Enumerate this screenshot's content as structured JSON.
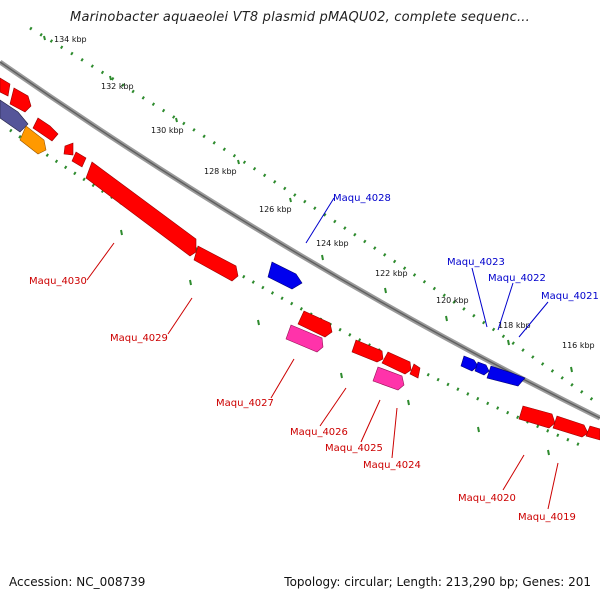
{
  "title": "Marinobacter aquaeolei VT8 plasmid pMAQU02, complete sequenc...",
  "footer": {
    "accession": "Accession: NC_008739",
    "topology": "Topology: circular; Length: 213,290 bp; Genes: 201"
  },
  "colors": {
    "backbone": "#8a8a8a",
    "tick": "#2e8b2e",
    "forward_gene": "#ff0000",
    "reverse_gene": "#0000ee",
    "pink_gene": "#ff33aa",
    "orange_gene": "#ff9900",
    "purple_gene": "#555599"
  },
  "scale_labels": [
    "134 kbp",
    "132 kbp",
    "130 kbp",
    "128 kbp",
    "126 kbp",
    "124 kbp",
    "122 kbp",
    "120 kbp",
    "118 kbp",
    "116 kbp"
  ],
  "gene_labels": [
    {
      "name": "Maqu_4028",
      "strand": "reverse"
    },
    {
      "name": "Maqu_4023",
      "strand": "reverse"
    },
    {
      "name": "Maqu_4022",
      "strand": "reverse"
    },
    {
      "name": "Maqu_4021",
      "strand": "reverse"
    },
    {
      "name": "Maqu_4030",
      "strand": "forward"
    },
    {
      "name": "Maqu_4029",
      "strand": "forward"
    },
    {
      "name": "Maqu_4027",
      "strand": "forward"
    },
    {
      "name": "Maqu_4026",
      "strand": "forward"
    },
    {
      "name": "Maqu_4025",
      "strand": "forward"
    },
    {
      "name": "Maqu_4024",
      "strand": "forward"
    },
    {
      "name": "Maqu_4020",
      "strand": "forward"
    },
    {
      "name": "Maqu_4019",
      "strand": "forward"
    }
  ]
}
